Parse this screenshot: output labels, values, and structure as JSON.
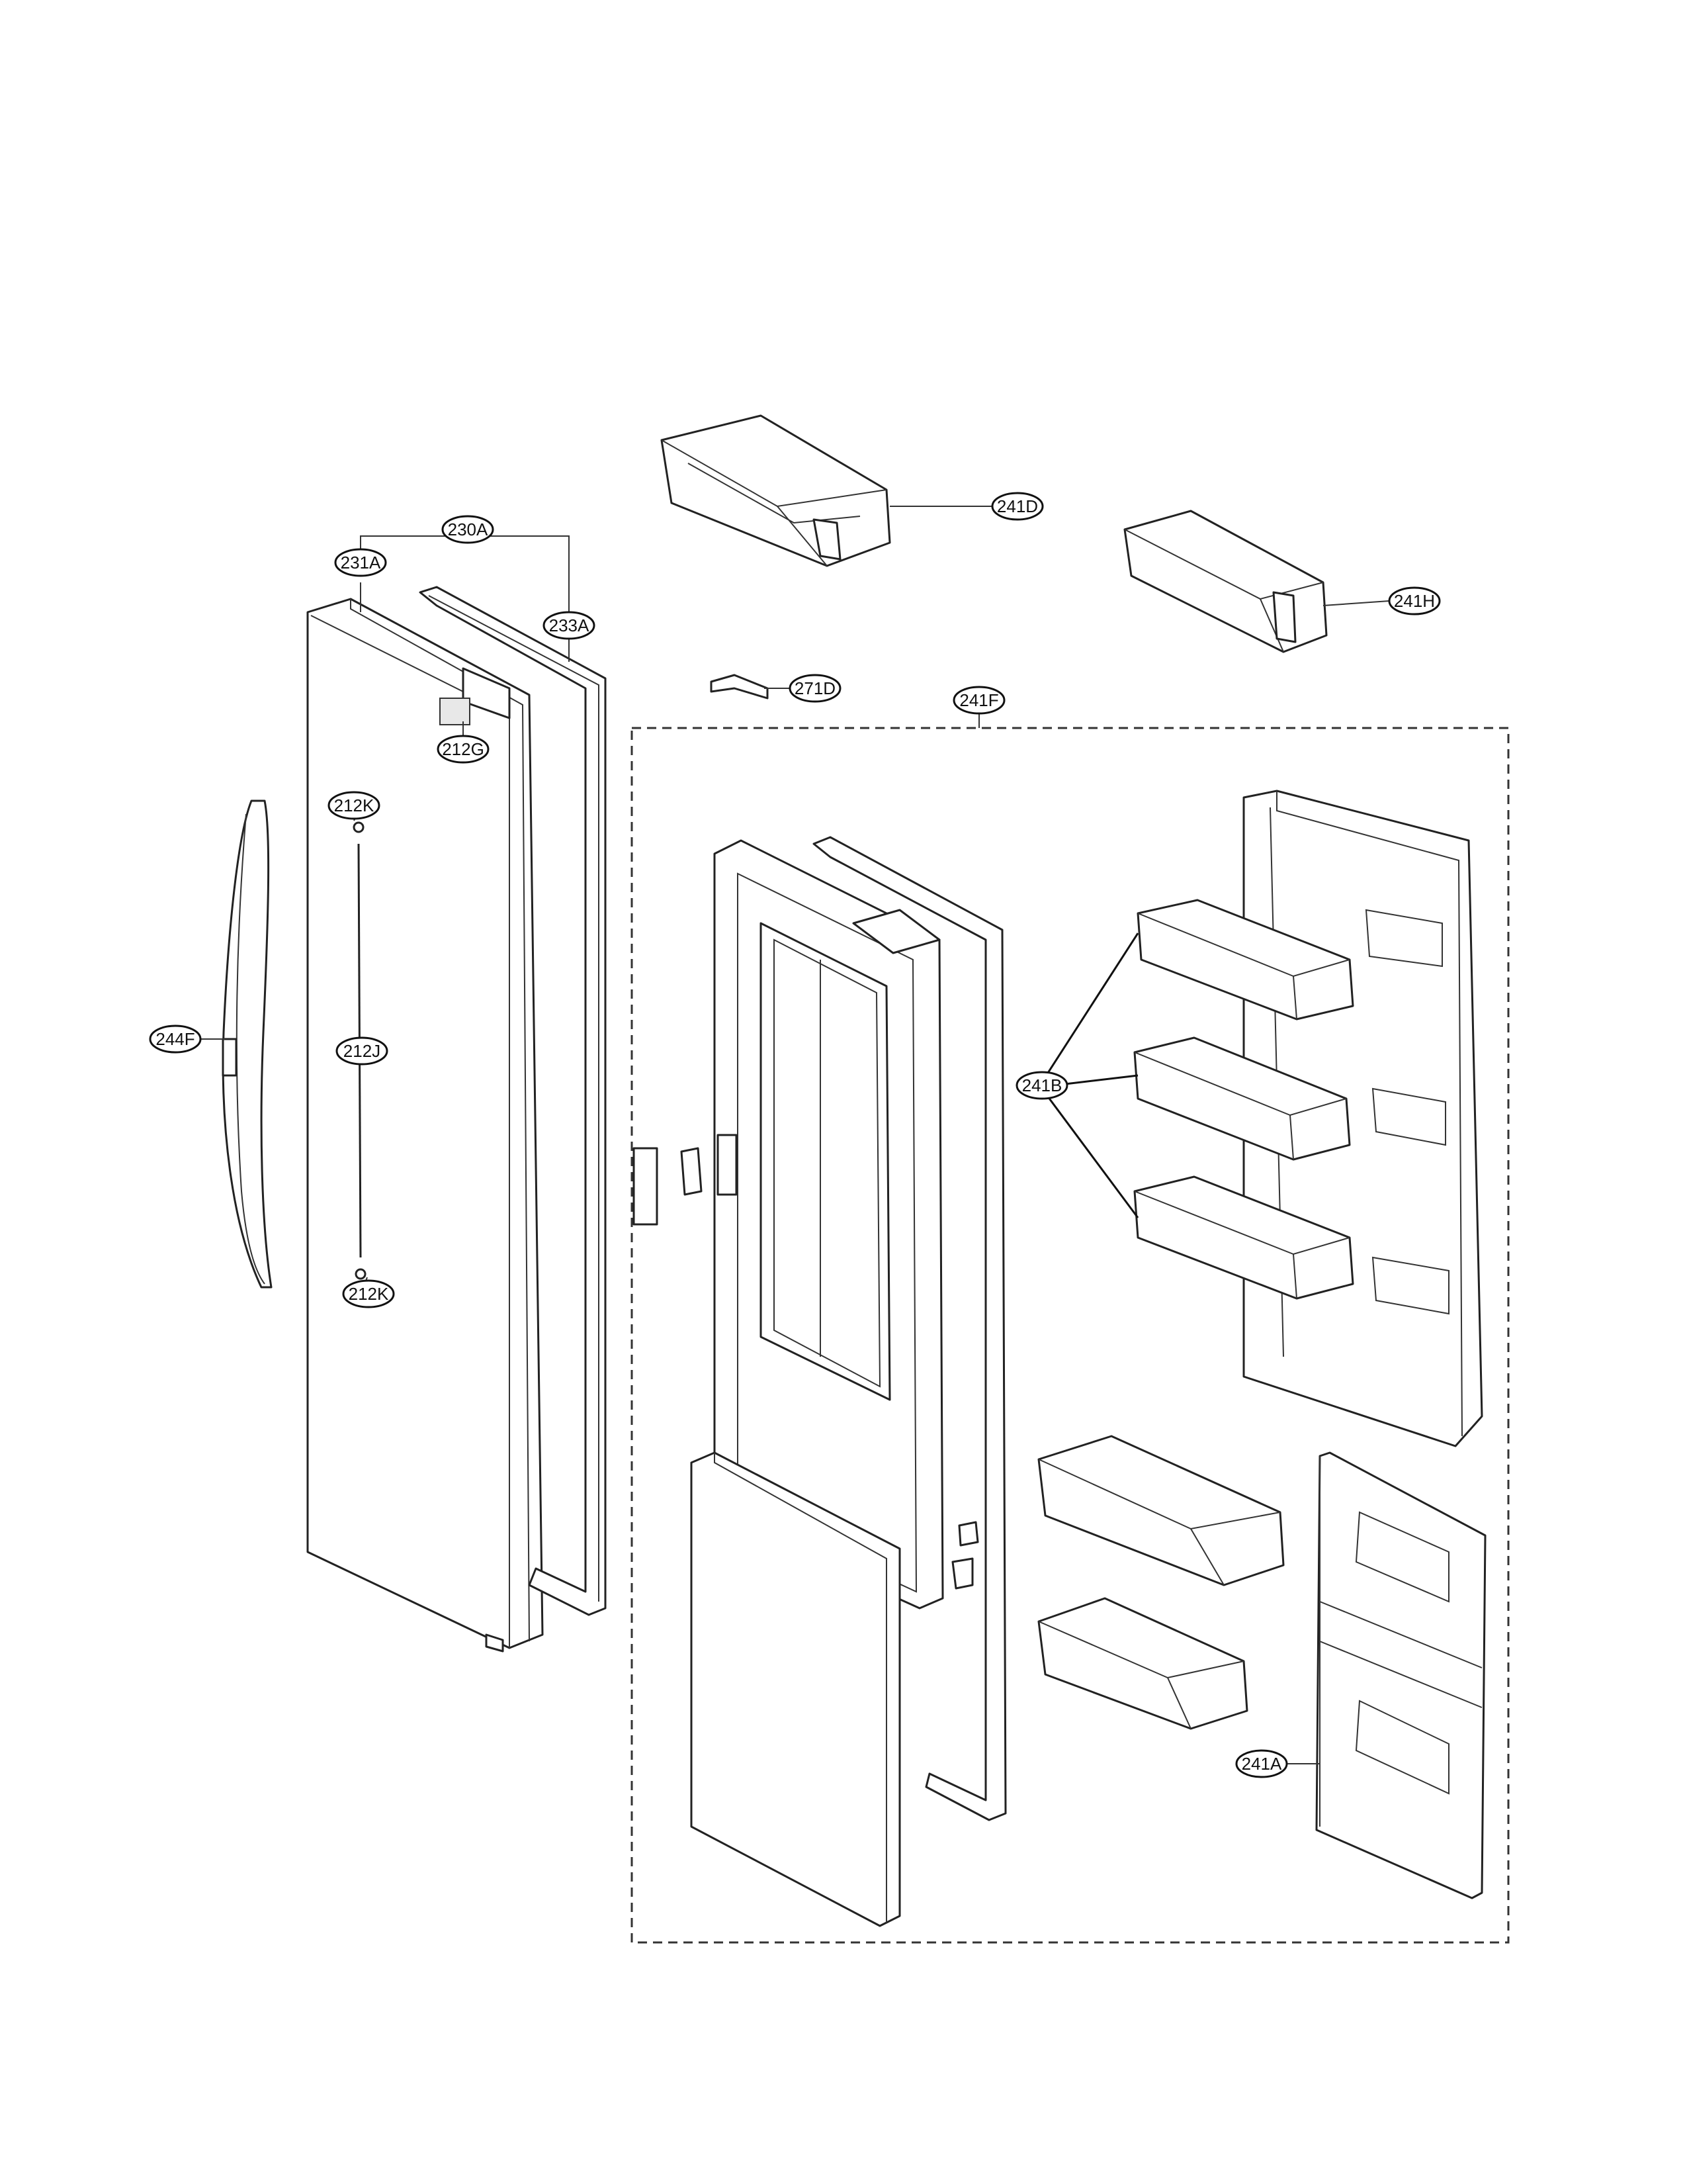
{
  "diagram": {
    "callouts": {
      "c230A": "230A",
      "c231A": "231A",
      "c233A": "233A",
      "c212G": "212G",
      "c212K_top": "212K",
      "c212J": "212J",
      "c212K_bottom": "212K",
      "c244F": "244F",
      "c241D": "241D",
      "c241H": "241H",
      "c271D": "271D",
      "c241F": "241F",
      "c241B": "241B",
      "c241A": "241A"
    }
  }
}
